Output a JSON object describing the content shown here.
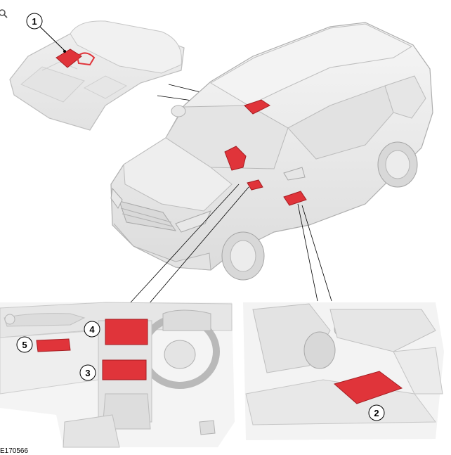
{
  "figure_id": "E170566",
  "zoom_icon": "magnifier-icon",
  "callouts": [
    "1",
    "2",
    "3",
    "4",
    "5"
  ],
  "colors": {
    "highlight": "#e0343a",
    "highlight_dark": "#b51e25",
    "component_grey": "#e9e9e9",
    "outline": "#b3b3b3",
    "callout_fill": "#ffffff",
    "callout_stroke": "#000000"
  }
}
